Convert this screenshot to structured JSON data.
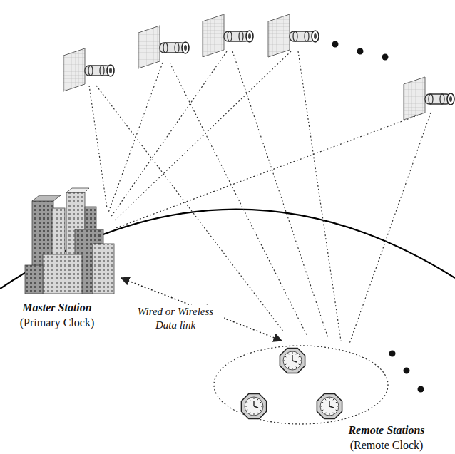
{
  "diagram": {
    "nodes": [
      {
        "text": [
          "Master Station",
          "(Primary Clock)"
        ]
      },
      {
        "text": [
          "Remote Stations",
          "(Remote Clock)"
        ]
      }
    ],
    "edges": [
      {
        "from": 0,
        "to": 1,
        "arrow": "both",
        "label": "Wired or Wireless Data link"
      }
    ]
  }
}
